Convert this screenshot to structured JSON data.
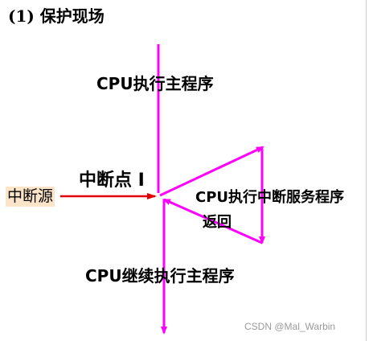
{
  "title": "(1) 保护现场",
  "labels": {
    "main_program": "CPU执行主程序",
    "breakpoint": "中断点 I",
    "interrupt_source": "中断源",
    "isr": "CPU执行中断服务程序",
    "return": "返回",
    "continue": "CPU继续执行主程序"
  },
  "watermark": "CSDN @Mal_Warbin",
  "colors": {
    "flow": "#ff00ff",
    "interrupt_arrow": "#e00000",
    "source_highlight": "#fbe4c7",
    "text": "#000000"
  }
}
